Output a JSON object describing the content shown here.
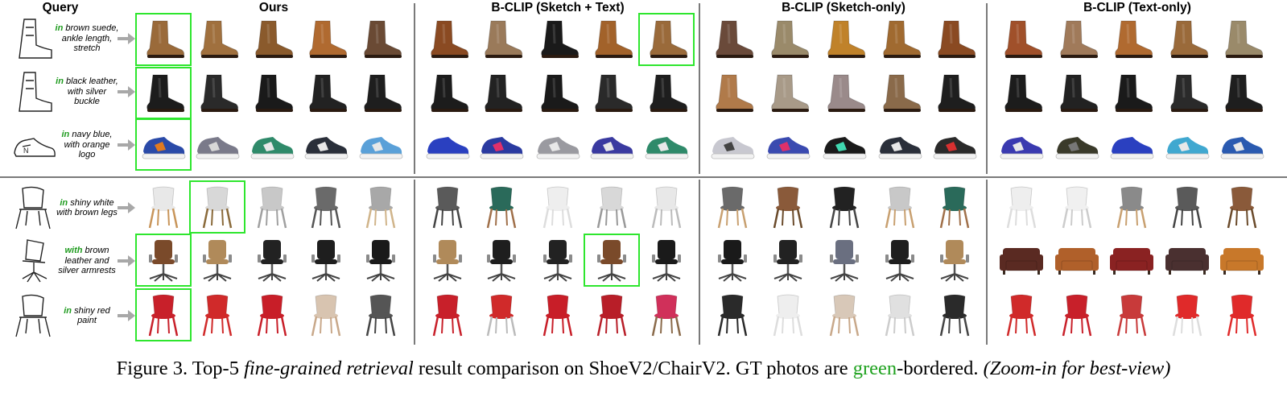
{
  "headers": {
    "query": "Query",
    "ours": "Ours",
    "sketch_text": "B-CLIP (Sketch + Text)",
    "sketch_only": "B-CLIP (Sketch-only)",
    "text_only": "B-CLIP (Text-only)"
  },
  "queries": [
    {
      "kw": "in",
      "rest": "brown suede, ankle length, stretch",
      "sketch": "boot-sketch-icon"
    },
    {
      "kw": "in",
      "rest": "black leather, with silver buckle",
      "sketch": "boot-sketch-icon"
    },
    {
      "kw": "in",
      "rest": "navy blue, with orange logo",
      "sketch": "sneaker-sketch-icon"
    },
    {
      "kw": "in",
      "rest": "shiny white with brown legs",
      "sketch": "chair-sketch-icon"
    },
    {
      "kw": "with",
      "rest": "brown leather and silver armrests",
      "sketch": "office-chair-sketch-icon"
    },
    {
      "kw": "in",
      "rest": "shiny red paint",
      "sketch": "chair-sketch-icon"
    }
  ],
  "gt_color": "#2ee62e",
  "grid": {
    "ours": [
      [
        {
          "k": "boot",
          "c": "#9a6a3a",
          "gt": true
        },
        {
          "k": "boot",
          "c": "#a0703e"
        },
        {
          "k": "boot",
          "c": "#8a5a2c"
        },
        {
          "k": "boot",
          "c": "#b06a30"
        },
        {
          "k": "boot",
          "c": "#6a4a34"
        }
      ],
      [
        {
          "k": "boot",
          "c": "#1c1c1c",
          "gt": true
        },
        {
          "k": "boot",
          "c": "#2a2a2a"
        },
        {
          "k": "boot",
          "c": "#1a1a1a"
        },
        {
          "k": "boot",
          "c": "#222222"
        },
        {
          "k": "boot",
          "c": "#1e1e1e"
        }
      ],
      [
        {
          "k": "sneaker",
          "c": "#2a4aa8",
          "a": "#e07a20",
          "gt": true
        },
        {
          "k": "sneaker",
          "c": "#7a7a8a",
          "a": "#d8d8d8"
        },
        {
          "k": "sneaker",
          "c": "#2f8a6a",
          "a": "#e8e8e8"
        },
        {
          "k": "sneaker",
          "c": "#2a2f3a",
          "a": "#e8e8e8"
        },
        {
          "k": "sneaker",
          "c": "#5aa0d8",
          "a": "#e8e8e8"
        }
      ],
      [
        {
          "k": "chair",
          "c": "#e8e8e8",
          "l": "#c8955a"
        },
        {
          "k": "chair",
          "c": "#d8d8d8",
          "l": "#8a6a3a",
          "gt": true
        },
        {
          "k": "chair",
          "c": "#c8c8c8",
          "l": "#a0a0a0"
        },
        {
          "k": "chair",
          "c": "#6a6a6a",
          "l": "#555555"
        },
        {
          "k": "chair",
          "c": "#a8a8a8",
          "l": "#d0b48a"
        }
      ],
      [
        {
          "k": "office",
          "c": "#7a4a2a",
          "gt": true
        },
        {
          "k": "office",
          "c": "#b08a5a"
        },
        {
          "k": "office",
          "c": "#222222"
        },
        {
          "k": "office",
          "c": "#1e1e1e"
        },
        {
          "k": "office",
          "c": "#1a1a1a"
        }
      ],
      [
        {
          "k": "chair",
          "c": "#c8202a",
          "l": "#c8202a",
          "gt": true
        },
        {
          "k": "chair",
          "c": "#d02a2a",
          "l": "#d02a2a"
        },
        {
          "k": "chair",
          "c": "#c81e28",
          "l": "#c81e28"
        },
        {
          "k": "chair",
          "c": "#d8c4b0",
          "l": "#c8a88a"
        },
        {
          "k": "chair",
          "c": "#555555",
          "l": "#444444"
        }
      ]
    ],
    "sketch_text": [
      [
        {
          "k": "boot",
          "c": "#8a4a22"
        },
        {
          "k": "boot",
          "c": "#9a7a5a"
        },
        {
          "k": "boot",
          "c": "#1a1a1a"
        },
        {
          "k": "boot",
          "c": "#a2622a"
        },
        {
          "k": "boot",
          "c": "#9a6a3a",
          "gt": true
        }
      ],
      [
        {
          "k": "boot",
          "c": "#1c1c1c"
        },
        {
          "k": "boot",
          "c": "#222222"
        },
        {
          "k": "boot",
          "c": "#1a1a1a"
        },
        {
          "k": "boot",
          "c": "#2a2a2a"
        },
        {
          "k": "boot",
          "c": "#1e1e1e"
        }
      ],
      [
        {
          "k": "sneaker",
          "c": "#2a40c0",
          "a": "#2a40c0"
        },
        {
          "k": "sneaker",
          "c": "#2a3aa0",
          "a": "#e0306a"
        },
        {
          "k": "sneaker",
          "c": "#9a9aa0",
          "a": "#e8e8e8"
        },
        {
          "k": "sneaker",
          "c": "#3a3aa0",
          "a": "#e8e8e8"
        },
        {
          "k": "sneaker",
          "c": "#2f8a6a",
          "a": "#e8e8e8"
        }
      ],
      [
        {
          "k": "chair",
          "c": "#5a5a5a",
          "l": "#444444"
        },
        {
          "k": "chair",
          "c": "#2a6a5a",
          "l": "#a0704a"
        },
        {
          "k": "chair",
          "c": "#eeeeee",
          "l": "#dddddd"
        },
        {
          "k": "chair",
          "c": "#d8d8d8",
          "l": "#999999"
        },
        {
          "k": "chair",
          "c": "#e8e8e8",
          "l": "#bbbbbb"
        }
      ],
      [
        {
          "k": "office",
          "c": "#b08a5a"
        },
        {
          "k": "office",
          "c": "#1e1e1e"
        },
        {
          "k": "office",
          "c": "#222222"
        },
        {
          "k": "office",
          "c": "#7a4a2a",
          "gt": true
        },
        {
          "k": "office",
          "c": "#1a1a1a"
        }
      ],
      [
        {
          "k": "chair",
          "c": "#c8202a",
          "l": "#c8202a"
        },
        {
          "k": "chair",
          "c": "#d02a2a",
          "l": "#bbbbbb"
        },
        {
          "k": "chair",
          "c": "#c81e28",
          "l": "#c81e28"
        },
        {
          "k": "chair",
          "c": "#b81e28",
          "l": "#b81e28"
        },
        {
          "k": "chair",
          "c": "#d0305a",
          "l": "#8a6a4a"
        }
      ]
    ],
    "sketch_only": [
      [
        {
          "k": "boot",
          "c": "#6a4a3a"
        },
        {
          "k": "boot",
          "c": "#9a8a6a"
        },
        {
          "k": "boot",
          "c": "#c0822a"
        },
        {
          "k": "boot",
          "c": "#a06a30"
        },
        {
          "k": "boot",
          "c": "#8a4a22"
        }
      ],
      [
        {
          "k": "boot",
          "c": "#b07a4a"
        },
        {
          "k": "boot",
          "c": "#a89a88"
        },
        {
          "k": "boot",
          "c": "#9a8a8a"
        },
        {
          "k": "boot",
          "c": "#8a6a4a"
        },
        {
          "k": "boot",
          "c": "#1e1e1e"
        }
      ],
      [
        {
          "k": "sneaker",
          "c": "#c8c8d0",
          "a": "#444444"
        },
        {
          "k": "sneaker",
          "c": "#3a4ab0",
          "a": "#e0306a"
        },
        {
          "k": "sneaker",
          "c": "#1a1a1a",
          "a": "#40d8b0"
        },
        {
          "k": "sneaker",
          "c": "#2a2f3a",
          "a": "#e8e8e8"
        },
        {
          "k": "sneaker",
          "c": "#2a2a2a",
          "a": "#d83030"
        }
      ],
      [
        {
          "k": "chair",
          "c": "#6a6a6a",
          "l": "#c8a070"
        },
        {
          "k": "chair",
          "c": "#8a5a3a",
          "l": "#6a4a2a"
        },
        {
          "k": "chair",
          "c": "#222222",
          "l": "#444444"
        },
        {
          "k": "chair",
          "c": "#c8c8c8",
          "l": "#c8a070"
        },
        {
          "k": "chair",
          "c": "#2a6a5a",
          "l": "#a0704a"
        }
      ],
      [
        {
          "k": "office",
          "c": "#1a1a1a"
        },
        {
          "k": "office",
          "c": "#222222"
        },
        {
          "k": "office",
          "c": "#6a6f80"
        },
        {
          "k": "office",
          "c": "#1e1e1e"
        },
        {
          "k": "office",
          "c": "#b08a5a"
        }
      ],
      [
        {
          "k": "chair",
          "c": "#2a2a2a",
          "l": "#2a2a2a"
        },
        {
          "k": "chair",
          "c": "#eeeeee",
          "l": "#dddddd"
        },
        {
          "k": "chair",
          "c": "#d8c8b8",
          "l": "#c8a88a"
        },
        {
          "k": "chair",
          "c": "#e0e0e0",
          "l": "#cccccc"
        },
        {
          "k": "chair",
          "c": "#2a2a2a",
          "l": "#444444"
        }
      ]
    ],
    "text_only": [
      [
        {
          "k": "boot",
          "c": "#a0502a"
        },
        {
          "k": "boot",
          "c": "#a07a5a"
        },
        {
          "k": "boot",
          "c": "#b06a30"
        },
        {
          "k": "boot",
          "c": "#9a6a3a"
        },
        {
          "k": "boot",
          "c": "#9a8a6a"
        }
      ],
      [
        {
          "k": "boot",
          "c": "#1c1c1c"
        },
        {
          "k": "boot",
          "c": "#222222"
        },
        {
          "k": "boot",
          "c": "#1a1a1a"
        },
        {
          "k": "boot",
          "c": "#2a2a2a"
        },
        {
          "k": "boot",
          "c": "#1e1e1e"
        }
      ],
      [
        {
          "k": "sneaker",
          "c": "#3a3ab0",
          "a": "#e8e8e8"
        },
        {
          "k": "sneaker",
          "c": "#3a3a2a",
          "a": "#777777"
        },
        {
          "k": "sneaker",
          "c": "#2a40c0",
          "a": "#2a40c0"
        },
        {
          "k": "sneaker",
          "c": "#40a8d0",
          "a": "#e8e8e8"
        },
        {
          "k": "sneaker",
          "c": "#2a5ab0",
          "a": "#e8e8e8"
        }
      ],
      [
        {
          "k": "chair",
          "c": "#eeeeee",
          "l": "#dddddd"
        },
        {
          "k": "chair",
          "c": "#f0f0f0",
          "l": "#cccccc"
        },
        {
          "k": "chair",
          "c": "#8a8a8a",
          "l": "#c8a070"
        },
        {
          "k": "chair",
          "c": "#5a5a5a",
          "l": "#444444"
        },
        {
          "k": "chair",
          "c": "#8a5a3a",
          "l": "#6a4a2a"
        }
      ],
      [
        {
          "k": "sofa",
          "c": "#5a2a22"
        },
        {
          "k": "sofa",
          "c": "#b0602a"
        },
        {
          "k": "sofa",
          "c": "#8a2222"
        },
        {
          "k": "sofa",
          "c": "#4a3030"
        },
        {
          "k": "sofa",
          "c": "#c8782a"
        }
      ],
      [
        {
          "k": "chair",
          "c": "#d02a2a",
          "l": "#d02a2a"
        },
        {
          "k": "chair",
          "c": "#c8202a",
          "l": "#c8202a"
        },
        {
          "k": "chair",
          "c": "#c83a3a",
          "l": "#c83a3a"
        },
        {
          "k": "chair",
          "c": "#e02a2a",
          "l": "#dddddd"
        },
        {
          "k": "chair",
          "c": "#e02a2a",
          "l": "#e02a2a"
        }
      ]
    ]
  },
  "caption": {
    "prefix": "Figure 3. Top-5 ",
    "italic": "fine-grained retrieval",
    "mid": " result comparison on ShoeV2/ChairV2. GT photos are ",
    "green_word": "green",
    "suffix": "-bordered. ",
    "note": "(Zoom-in for best-view)",
    "green_color": "#1fa21f"
  }
}
